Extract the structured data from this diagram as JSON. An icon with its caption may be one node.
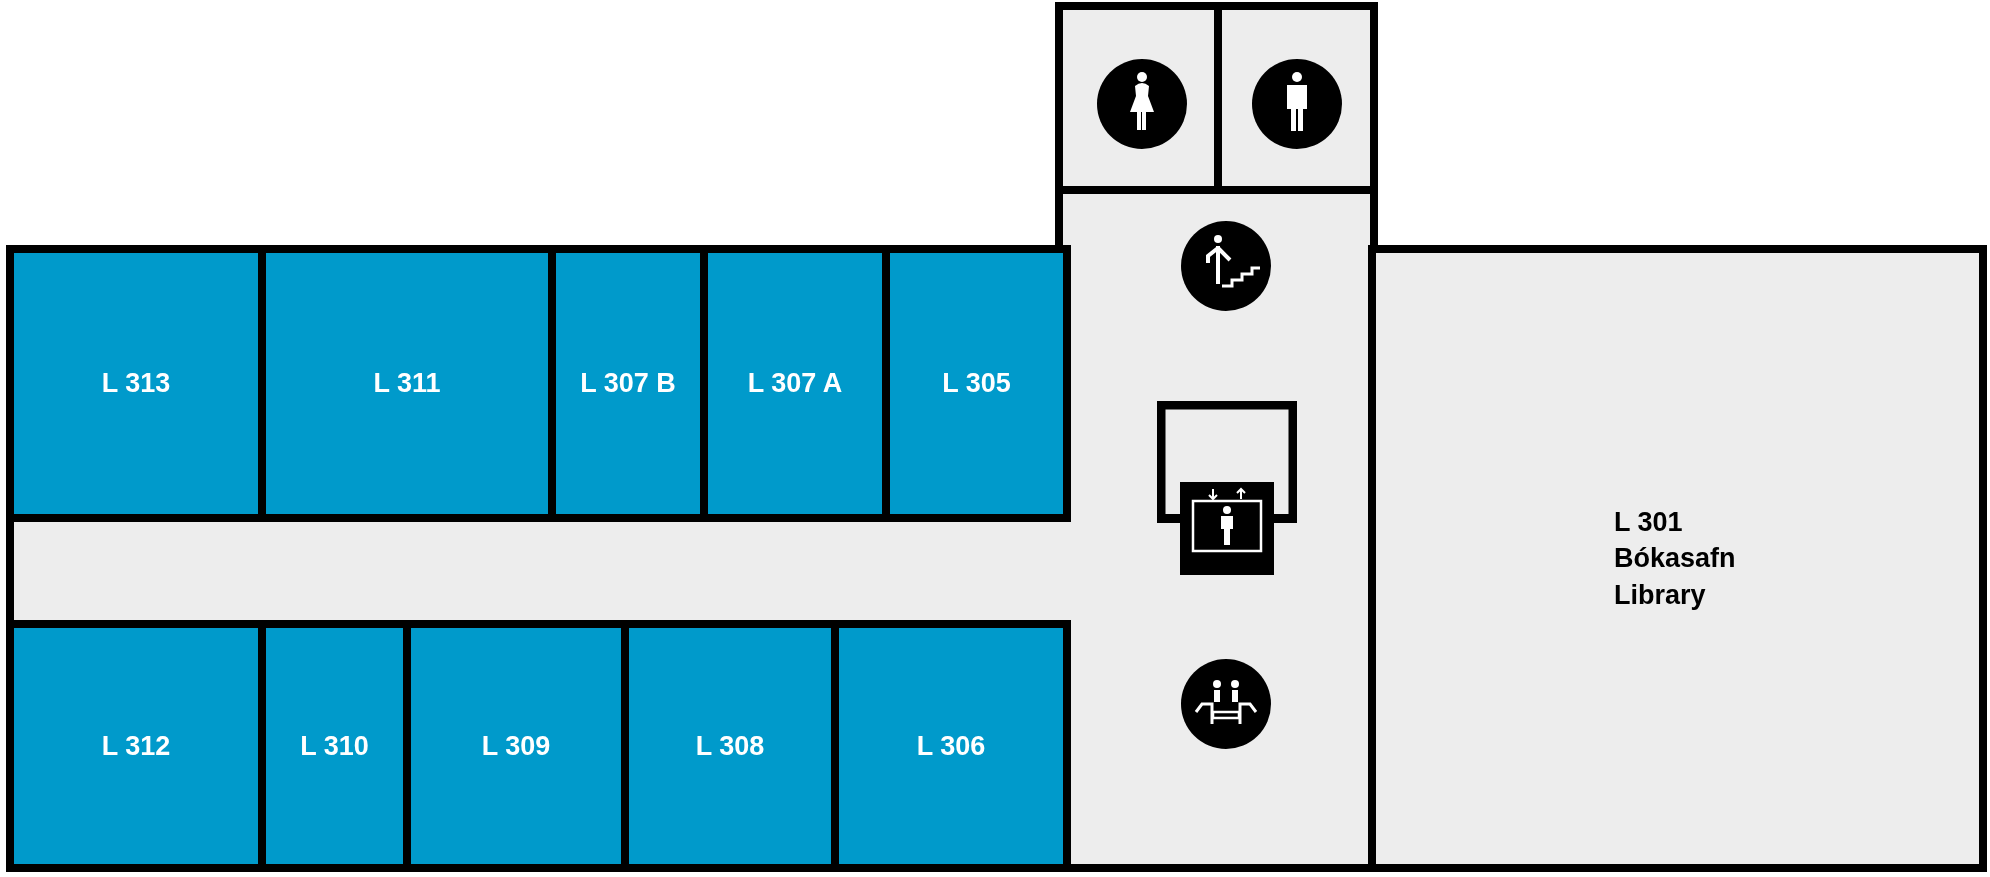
{
  "diagram": {
    "nodes": [
      {
        "text": [],
        "shape": "box"
      },
      {
        "text": [],
        "shape": "box"
      },
      {
        "text": [
          "L 313"
        ]
      },
      {
        "text": [
          "L 311"
        ]
      },
      {
        "text": [
          "L 307 B"
        ]
      },
      {
        "text": [
          "L 307 A"
        ]
      },
      {
        "text": [
          "L 305"
        ]
      },
      {
        "text": [
          "L 301",
          "Bókasafn",
          "Library"
        ]
      },
      {
        "text": [
          "L 312"
        ]
      },
      {
        "text": [
          "L 310"
        ]
      },
      {
        "text": [
          "L 309"
        ]
      },
      {
        "text": [
          "L 308"
        ]
      },
      {
        "text": [
          "L 306"
        ]
      }
    ]
  }
}
